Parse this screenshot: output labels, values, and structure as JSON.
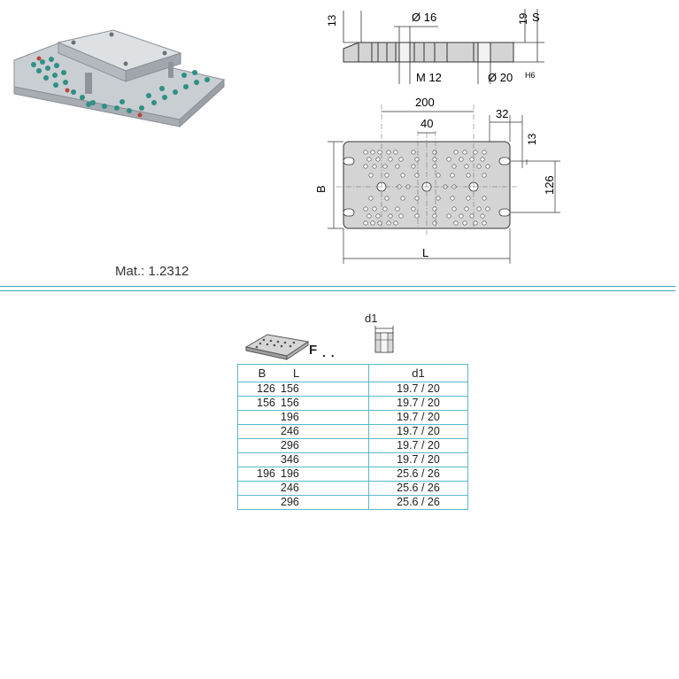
{
  "material": "Mat.: 1.2312",
  "drawing": {
    "dim_13": "13",
    "dim_d16": "Ø 16",
    "dim_19": "19",
    "dim_S": "S",
    "dim_M12": "M 12",
    "dim_d20": "Ø 20",
    "dim_H6": "H6",
    "dim_200": "200",
    "dim_40": "40",
    "dim_32": "32",
    "dim_13b": "13",
    "dim_126": "126",
    "dim_B": "B",
    "dim_L": "L",
    "d1_label": "d1"
  },
  "order_code": {
    "letter": "F",
    "dots": ". ."
  },
  "table": {
    "header_B": "B",
    "header_L": "L",
    "header_d1": "d1",
    "rows": [
      {
        "B": "126",
        "L": "156",
        "d1": "19.7 / 20"
      },
      {
        "B": "156",
        "L": "156",
        "d1": "19.7 / 20"
      },
      {
        "B": "",
        "L": "196",
        "d1": "19.7 / 20"
      },
      {
        "B": "",
        "L": "246",
        "d1": "19.7 / 20"
      },
      {
        "B": "",
        "L": "296",
        "d1": "19.7 / 20"
      },
      {
        "B": "",
        "L": "346",
        "d1": "19.7 / 20"
      },
      {
        "B": "196",
        "L": "196",
        "d1": "25.6 / 26"
      },
      {
        "B": "",
        "L": "246",
        "d1": "25.6 / 26"
      },
      {
        "B": "",
        "L": "296",
        "d1": "25.6 / 26"
      }
    ]
  },
  "colors": {
    "accent_line": "#3aa7b8",
    "plate_fill": "#d4d4d4",
    "hole_green": "#2f8f83"
  }
}
